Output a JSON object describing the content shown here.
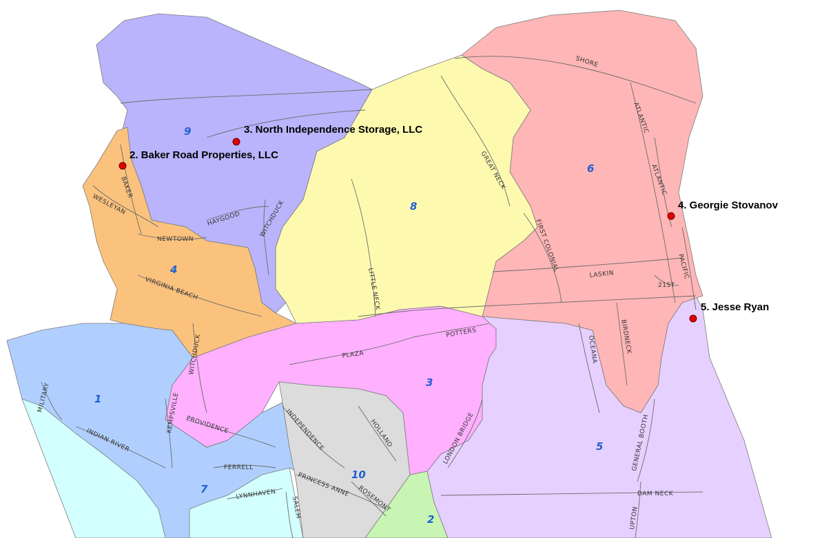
{
  "colors": {
    "district_1": "#b0cfff",
    "district_2": "#c9f5b4",
    "district_3": "#ffb0ff",
    "district_4": "#fbc27d",
    "district_5": "#e6d0ff",
    "district_6": "#ffb6b6",
    "district_7": "#d3ffff",
    "district_8": "#fdfab0",
    "district_9": "#b9b4fb",
    "district_10": "#dcdcdc",
    "district_number": "#1f5fd1",
    "site_marker": "#e00000"
  },
  "districts": [
    {
      "id": "1",
      "number": "1"
    },
    {
      "id": "2",
      "number": "2"
    },
    {
      "id": "3",
      "number": "3"
    },
    {
      "id": "4",
      "number": "4"
    },
    {
      "id": "5",
      "number": "5"
    },
    {
      "id": "6",
      "number": "6"
    },
    {
      "id": "7",
      "number": "7"
    },
    {
      "id": "8",
      "number": "8"
    },
    {
      "id": "9",
      "number": "9"
    },
    {
      "id": "10",
      "number": "10"
    }
  ],
  "sites": [
    {
      "id": "2",
      "label": "2. Baker Road Properties, LLC"
    },
    {
      "id": "3",
      "label": "3. North Independence Storage, LLC"
    },
    {
      "id": "4",
      "label": "4. Georgie Stovanov"
    },
    {
      "id": "5",
      "label": "5. Jesse Ryan"
    }
  ],
  "roads": {
    "shore": "SHORE",
    "atlantic_1": "ATLANTIC",
    "atlantic_2": "ATLANTIC",
    "pacific": "PACIFIC",
    "great_neck": "GREAT NECK",
    "first_colonial": "FIRST COLONIAL",
    "laskin": "LASKIN",
    "street_21st": "21ST",
    "baker": "BAKER",
    "wesleyan": "WESLEYAN",
    "haygood": "HAYGOOD",
    "witchduck_north": "WITCHDUCK",
    "newtown": "NEWTOWN",
    "virginia_beach": "VIRGINIA BEACH",
    "little_neck": "LITTLE NECK",
    "witchduck_south": "WITCHDUCK",
    "plaza": "PLAZA",
    "potters": "POTTERS",
    "oceana": "OCEANA",
    "birdneck": "BIRDNECK",
    "military": "MILITARY",
    "kempsville": "KEMPSVILLE",
    "providence": "PROVIDENCE",
    "indian_river": "INDIAN RIVER",
    "independence": "INDEPENDENCE",
    "holland": "HOLLAND",
    "london_bridge": "LONDON BRIDGE",
    "general_booth": "GENERAL BOOTH",
    "ferrell": "FERRELL",
    "lynnhaven": "LYNNHAVEN",
    "salem": "SALEM",
    "princess_anne": "PRINCESS ANNE",
    "rosemont": "ROSEMONT",
    "dam_neck": "DAM NECK",
    "upton": "UPTON"
  }
}
